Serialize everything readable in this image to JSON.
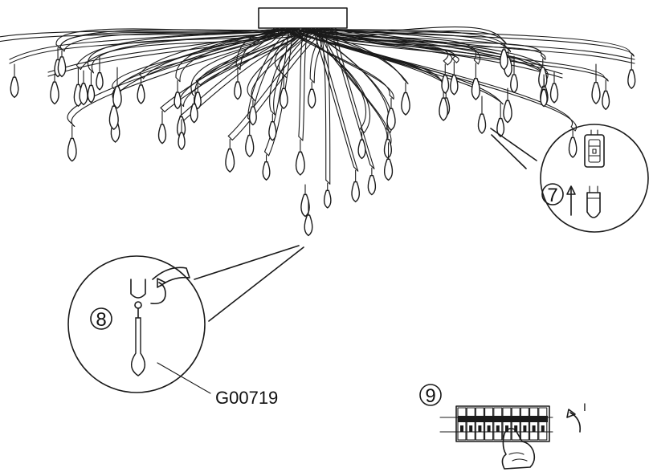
{
  "diagram": {
    "steps": {
      "step7": {
        "number": "7"
      },
      "step8": {
        "number": "8"
      },
      "step9": {
        "number": "9"
      }
    },
    "part_code": "G00719",
    "switch_mark": "I",
    "colors": {
      "line": "#1a1a1a",
      "background": "#ffffff"
    },
    "icons": [
      "g9-bulb-icon",
      "arrow-up-icon",
      "bulb-insert-icon",
      "hook-rotate-icon",
      "crystal-drop-icon",
      "circuit-breaker-icon",
      "hand-icon",
      "curved-arrow-icon"
    ]
  }
}
